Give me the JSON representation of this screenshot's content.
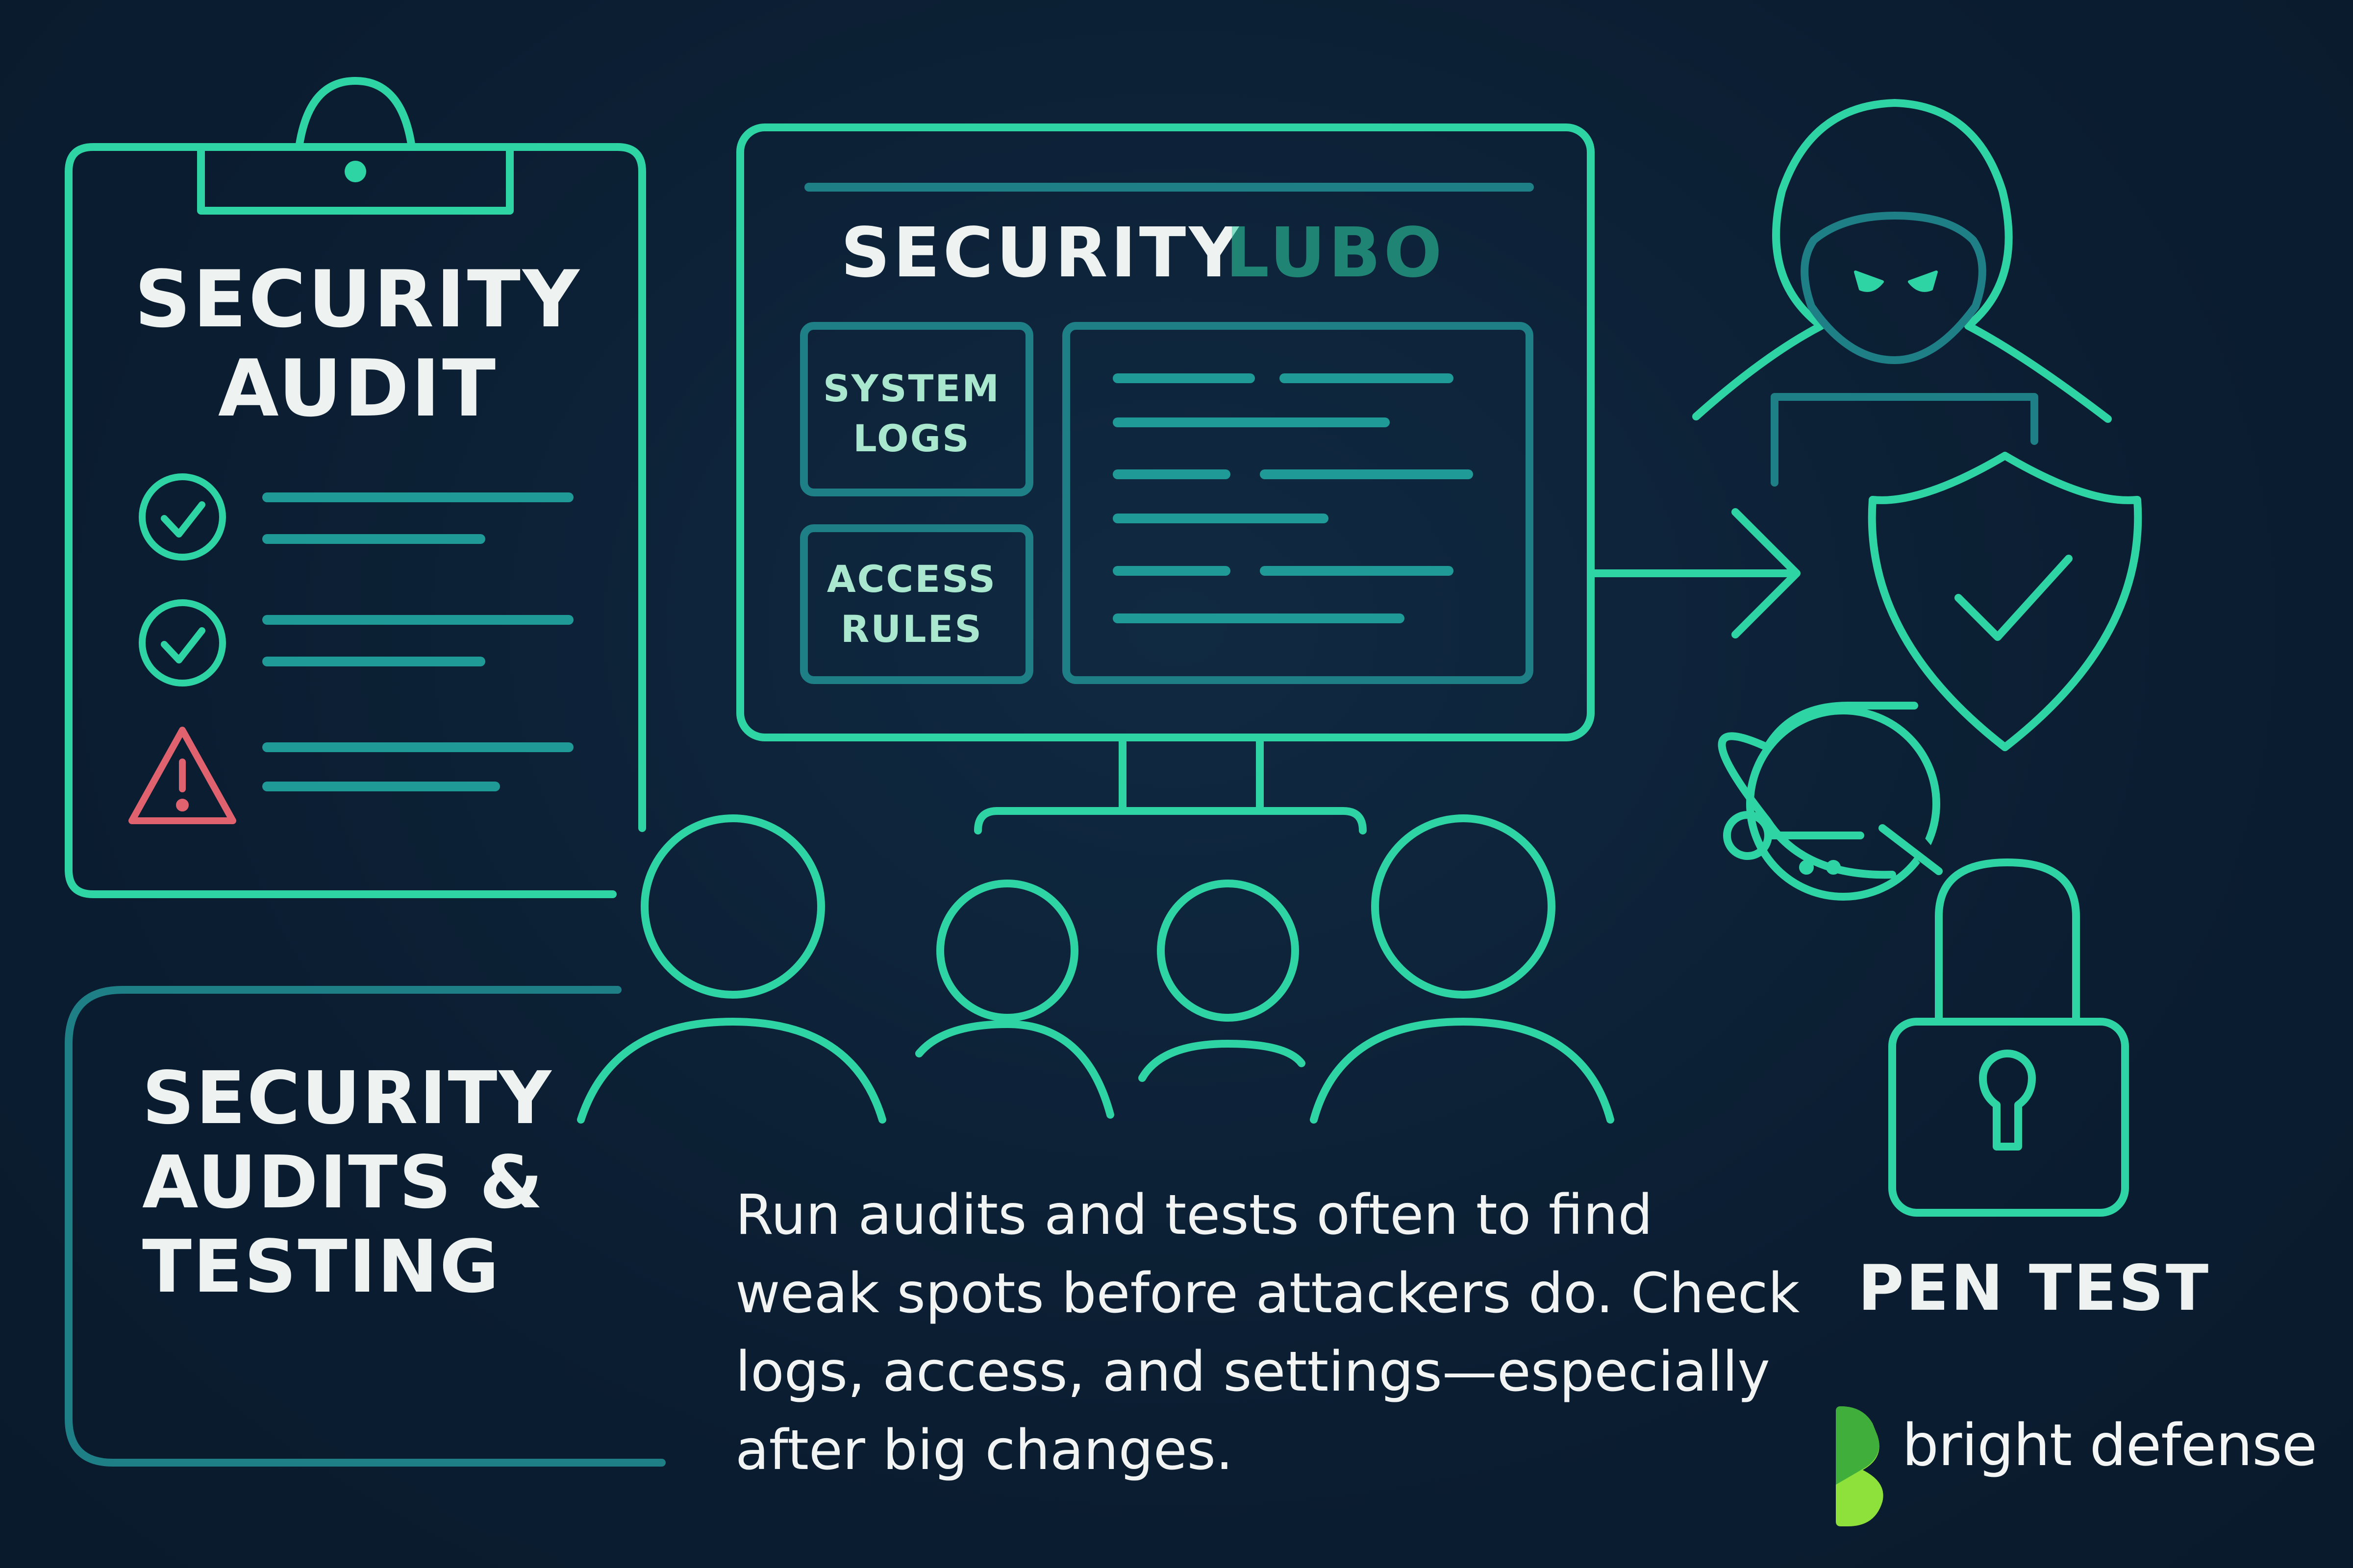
{
  "clipboard": {
    "title_line1": "SECURITY",
    "title_line2": "AUDIT"
  },
  "monitor": {
    "title": "SECURITY",
    "title_faded": "LUBO",
    "panel_logs_line1": "SYSTEM",
    "panel_logs_line2": "LOGS",
    "panel_rules_line1": "ACCESS",
    "panel_rules_line2": "RULES"
  },
  "section": {
    "title": "SECURITY\nAUDITS &\nTESTING",
    "description": "Run audits and tests often to find weak spots before attackers do. Check logs, access, and settings—especially after big changes."
  },
  "pen_test": {
    "label": "PEN TEST"
  },
  "brand": {
    "name": "bright defense"
  },
  "colors": {
    "background": "#0c1f33",
    "accent": "#2fd4a5",
    "accent_dim": "#1f7f86",
    "warning": "#e0626e",
    "brand_green": "#8ee03a",
    "text": "#eef3f1"
  }
}
